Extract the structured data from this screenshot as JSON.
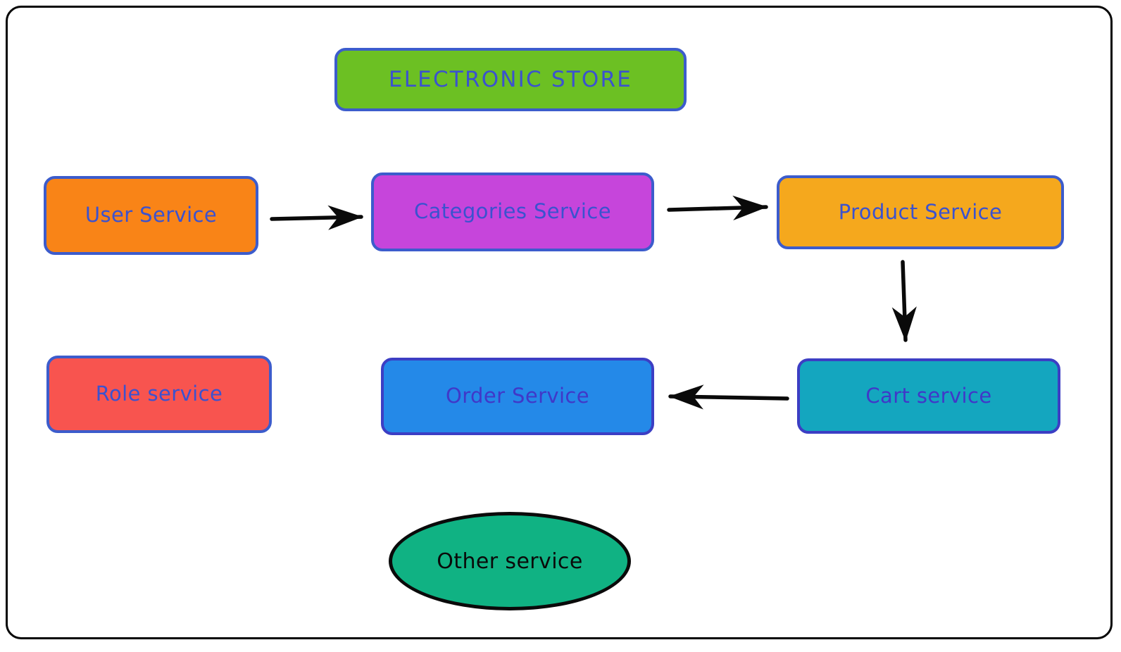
{
  "diagram": {
    "title": "ELECTRONIC STORE",
    "frame": {
      "border_color": "#060606",
      "background": "#ffffff"
    },
    "nodes": [
      {
        "id": "title",
        "label": "ELECTRONIC STORE",
        "shape": "rounded-rect",
        "fill": "#6cc023",
        "stroke": "#3c5ccc",
        "text_color": "#3b52cf"
      },
      {
        "id": "user",
        "label": "User Service",
        "shape": "rounded-rect",
        "fill": "#f98417",
        "stroke": "#3c5ccc",
        "text_color": "#3b52cf"
      },
      {
        "id": "categories",
        "label": "Categories Service",
        "shape": "rounded-rect",
        "fill": "#c645db",
        "stroke": "#3c5ccc",
        "text_color": "#3b52cf"
      },
      {
        "id": "product",
        "label": "Product Service",
        "shape": "rounded-rect",
        "fill": "#f5a81d",
        "stroke": "#3c5ccc",
        "text_color": "#3b52cf"
      },
      {
        "id": "role",
        "label": "Role service",
        "shape": "rounded-rect",
        "fill": "#f8544f",
        "stroke": "#3c5ccc",
        "text_color": "#3b52cf"
      },
      {
        "id": "order",
        "label": "Order Service",
        "shape": "rounded-rect",
        "fill": "#2489e8",
        "stroke": "#3c3ec4",
        "text_color": "#4038c8"
      },
      {
        "id": "cart",
        "label": "Cart service",
        "shape": "rounded-rect",
        "fill": "#14a6bf",
        "stroke": "#3c3ec4",
        "text_color": "#4038c8"
      },
      {
        "id": "other",
        "label": "Other service",
        "shape": "ellipse",
        "fill": "#10b283",
        "stroke": "#0a0a0a",
        "text_color": "#0a0a0a"
      }
    ],
    "edges": [
      {
        "id": "user-to-categories",
        "from": "User Service",
        "to": "Categories Service",
        "direction": "right",
        "color": "#0a0a0a"
      },
      {
        "id": "categories-to-product",
        "from": "Categories Service",
        "to": "Product Service",
        "direction": "right",
        "color": "#0a0a0a"
      },
      {
        "id": "product-to-cart",
        "from": "Product Service",
        "to": "Cart service",
        "direction": "down",
        "color": "#0a0a0a"
      },
      {
        "id": "cart-to-order",
        "from": "Cart service",
        "to": "Order Service",
        "direction": "left",
        "color": "#0a0a0a"
      }
    ]
  }
}
